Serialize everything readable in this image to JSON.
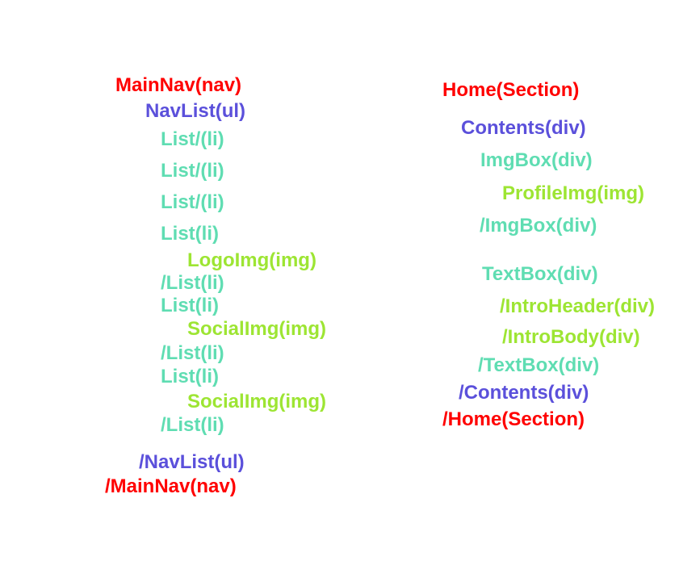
{
  "colors": {
    "background": "#ffffff",
    "level-section": "#ff0000",
    "level-container": "#5b50db",
    "level-box": "#5fddb2",
    "level-leaf": "#9de533"
  },
  "left_tree": {
    "label": "main-nav-structure",
    "lines": [
      {
        "text": "MainNav(nav)",
        "level": "section"
      },
      {
        "text": "NavList(ul)",
        "level": "container"
      },
      {
        "text": "List/(li)",
        "level": "box"
      },
      {
        "text": "List/(li)",
        "level": "box"
      },
      {
        "text": "List/(li)",
        "level": "box"
      },
      {
        "text": "List(li)",
        "level": "box"
      },
      {
        "text": "LogoImg(img)",
        "level": "leaf"
      },
      {
        "text": "/List(li)",
        "level": "box"
      },
      {
        "text": "List(li)",
        "level": "box"
      },
      {
        "text": "SocialImg(img)",
        "level": "leaf"
      },
      {
        "text": "/List(li)",
        "level": "box"
      },
      {
        "text": "List(li)",
        "level": "box"
      },
      {
        "text": "SocialImg(img)",
        "level": "leaf"
      },
      {
        "text": "/List(li)",
        "level": "box"
      },
      {
        "text": "/NavList(ul)",
        "level": "container"
      },
      {
        "text": "/MainNav(nav)",
        "level": "section"
      }
    ]
  },
  "right_tree": {
    "label": "home-section-structure",
    "lines": [
      {
        "text": "Home(Section)",
        "level": "section"
      },
      {
        "text": "Contents(div)",
        "level": "container"
      },
      {
        "text": "ImgBox(div)",
        "level": "box"
      },
      {
        "text": "ProfileImg(img)",
        "level": "leaf"
      },
      {
        "text": "/ImgBox(div)",
        "level": "box"
      },
      {
        "text": "TextBox(div)",
        "level": "box"
      },
      {
        "text": "/IntroHeader(div)",
        "level": "leaf"
      },
      {
        "text": "/IntroBody(div)",
        "level": "leaf"
      },
      {
        "text": "/TextBox(div)",
        "level": "box"
      },
      {
        "text": "/Contents(div)",
        "level": "container"
      },
      {
        "text": "/Home(Section)",
        "level": "section"
      }
    ]
  }
}
